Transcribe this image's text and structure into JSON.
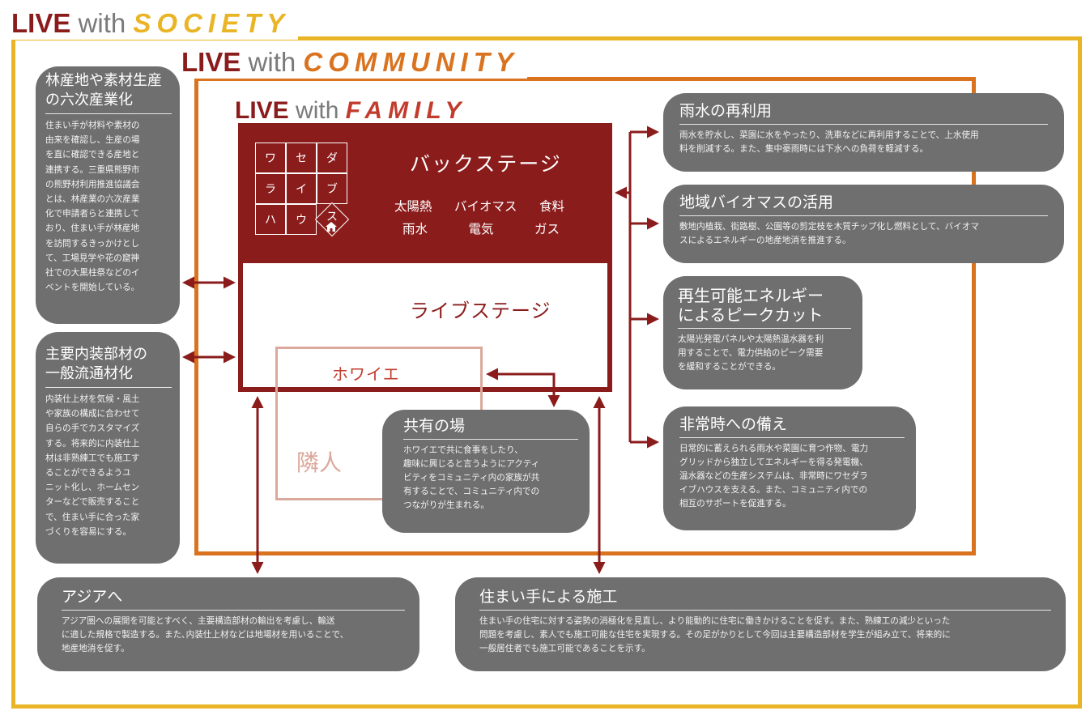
{
  "headings": {
    "live": "LIVE",
    "with": "with",
    "society": "SOCIETY",
    "community": "COMMUNITY",
    "family": "FAMILY"
  },
  "colors": {
    "society_gold": "#e9b526",
    "community_orange": "#d9731f",
    "family_red": "#8b1c1c",
    "neighbor_pink": "#dba99c",
    "card_gray": "#6f6f6f"
  },
  "grid": {
    "cells": [
      "ワ",
      "セ",
      "ダ",
      "ラ",
      "イ",
      "ブ",
      "ハ",
      "ウ",
      "ス"
    ],
    "house_icon": "house-icon"
  },
  "family_box": {
    "backstage_title": "バックステージ",
    "backstage_items_row1": [
      "太陽熱",
      "バイオマス",
      "食料"
    ],
    "backstage_items_row2": [
      "雨水",
      "電気",
      "ガス"
    ],
    "livestage_title": "ライブステージ"
  },
  "foyer": {
    "label": "ホワイエ"
  },
  "neighbor": {
    "label": "隣人"
  },
  "cards": {
    "forest": {
      "title": "林産地や素材生産\nの六次産業化",
      "body": "住まい手が材料や素材の\n由来を確認し、生産の場\nを直に確認できる産地と\n連携する。三重県熊野市\nの熊野材利用推進協議会\nとは、林産業の六次産業\n化で申請者らと連携して\nおり、住まい手が林産地\nを訪問するきっかけとし\nて、工場見学や花の窟神\n社での大黒柱祭などのイ\nベントを開始している。"
    },
    "interior": {
      "title": "主要内装部材の\n一般流通材化",
      "body": "内装仕上材を気候・風土\nや家族の構成に合わせて\n自らの手でカスタマイズ\nする。将来的に内装仕上\n材は非熟練工でも施工す\nることができるようユ\nニット化し、ホームセン\nターなどで販売すること\nで、住まい手に合った家\nづくりを容易にする。"
    },
    "rain": {
      "title": "雨水の再利用",
      "body": "雨水を貯水し、菜園に水をやったり、洗車などに再利用することで、上水使用\n料を削減する。また、集中豪雨時には下水への負荷を軽減する。"
    },
    "biomass": {
      "title": "地域バイオマスの活用",
      "body": "敷地内植栽、街路樹、公園等の剪定枝を木質チップ化し燃料として、バイオマ\nスによるエネルギーの地産地消を推進する。"
    },
    "renewable": {
      "title": "再生可能エネルギー\nによるピークカット",
      "body": "太陽光発電パネルや太陽熱温水器を利\n用することで、電力供給のピーク需要\nを緩和することができる。"
    },
    "emergency": {
      "title": "非常時への備え",
      "body": "日常的に蓄えられる雨水や菜園に育つ作物、電力\nグリッドから独立してエネルギーを得る発電機、\n温水器などの生産システムは、非常時にワセダラ\nイブハウスを支える。また、コミュニティ内での\n相互のサポートを促進する。"
    },
    "shared": {
      "title": "共有の場",
      "body": "ホワイエで共に食事をしたり、\n趣味に興じると言うようにアクティ\nビティをコミュニティ内の家族が共\n有することで、コミュニティ内での\nつながりが生まれる。"
    },
    "asia": {
      "title": "アジアへ",
      "body": "アジア圏への展開を可能とすべく、主要構造部材の輸出を考慮し、輸送\nに適した規格で製造する。また､内装仕上材などは地場材を用いることで､\n地産地消を促す。"
    },
    "diy": {
      "title": "住まい手による施工",
      "body": "住まい手の住宅に対する姿勢の消極化を見直し、より能動的に住宅に働きかけることを促す。また、熟練工の減少といった\n問題を考慮し、素人でも施工可能な住宅を実現する。その足がかりとして今回は主要構造部材を学生が組み立て、将来的に\n一般居住者でも施工可能であることを示す。"
    }
  }
}
